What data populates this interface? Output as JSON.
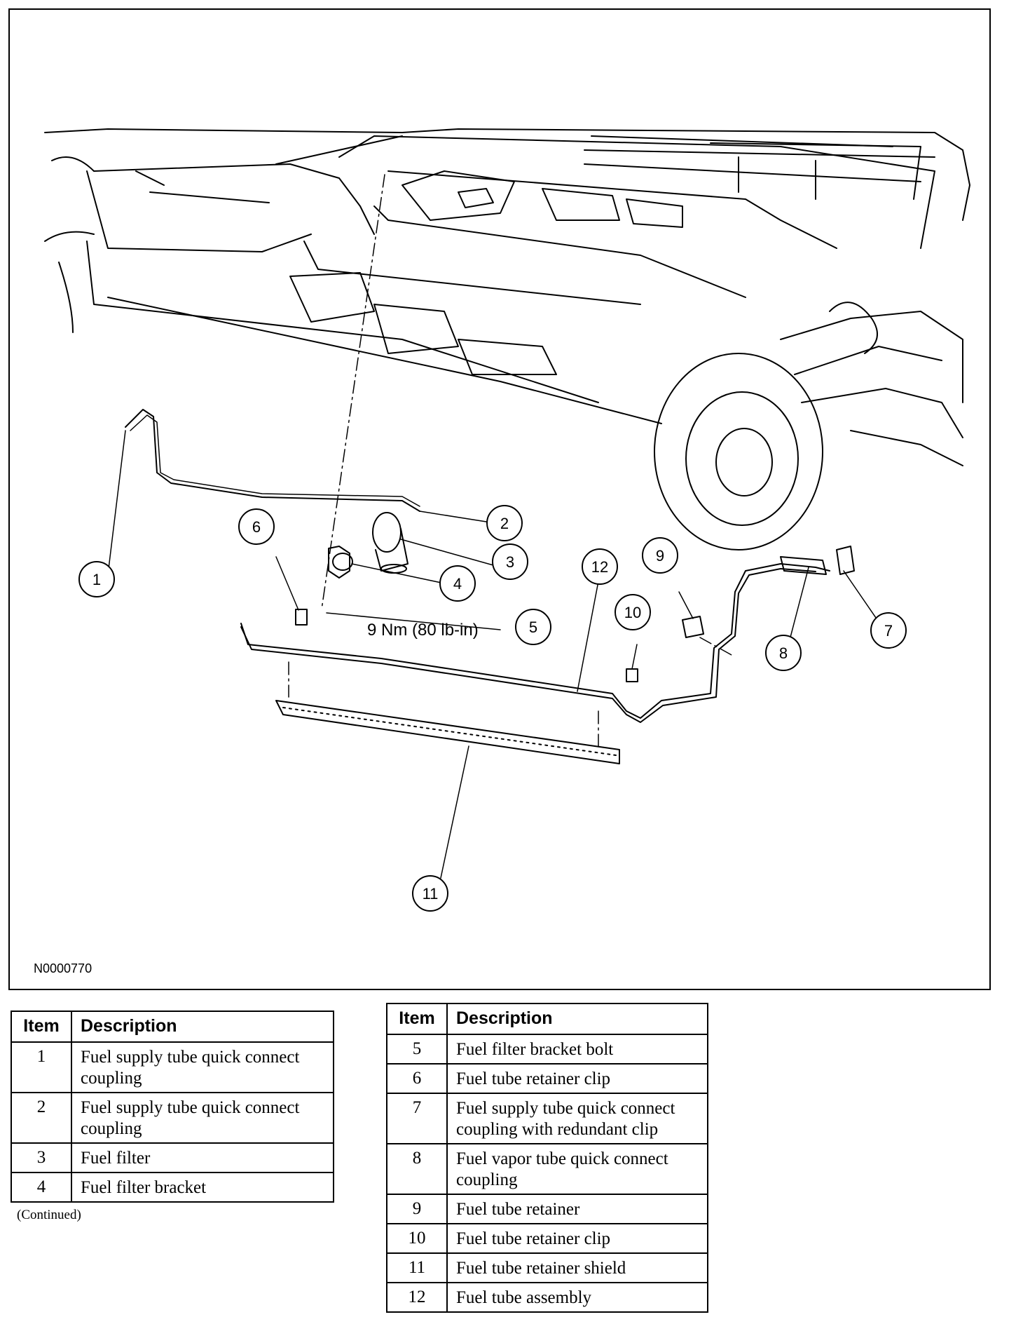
{
  "figure": {
    "id": "N0000770",
    "torque_spec": "9 Nm (80 lb-in)",
    "callouts": [
      "1",
      "2",
      "3",
      "4",
      "5",
      "6",
      "7",
      "8",
      "9",
      "10",
      "11",
      "12"
    ]
  },
  "legend": {
    "headers": {
      "item": "Item",
      "description": "Description"
    },
    "left_rows": [
      {
        "item": "1",
        "description": "Fuel supply tube quick connect coupling"
      },
      {
        "item": "2",
        "description": "Fuel supply tube quick connect coupling"
      },
      {
        "item": "3",
        "description": "Fuel filter"
      },
      {
        "item": "4",
        "description": "Fuel filter bracket"
      }
    ],
    "continued_note": "(Continued)",
    "right_rows": [
      {
        "item": "5",
        "description": "Fuel filter bracket bolt"
      },
      {
        "item": "6",
        "description": "Fuel tube retainer clip"
      },
      {
        "item": "7",
        "description": "Fuel supply tube quick connect coupling with redundant clip"
      },
      {
        "item": "8",
        "description": "Fuel vapor tube quick connect coupling"
      },
      {
        "item": "9",
        "description": "Fuel tube retainer"
      },
      {
        "item": "10",
        "description": "Fuel tube retainer clip"
      },
      {
        "item": "11",
        "description": "Fuel tube retainer shield"
      },
      {
        "item": "12",
        "description": "Fuel tube assembly"
      }
    ]
  }
}
